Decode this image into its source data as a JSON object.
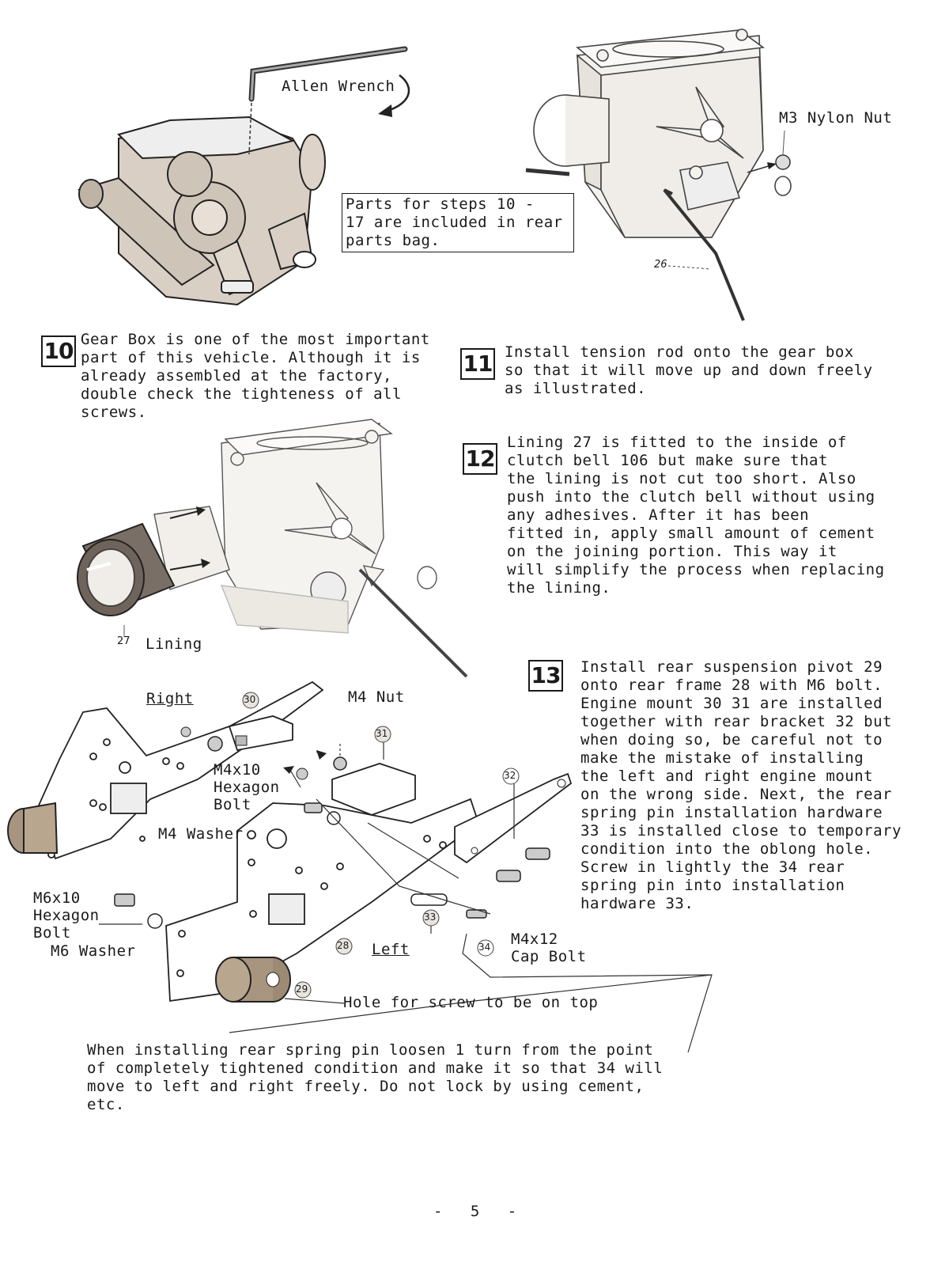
{
  "labels": {
    "allen_wrench": "Allen Wrench",
    "m3_nylon_nut": "M3 Nylon Nut",
    "lining": "Lining",
    "right": "Right",
    "left": "Left",
    "m4_nut": "M4 Nut",
    "m4x10_hex_bolt": "M4x10\nHexagon\nBolt",
    "m4_washer": "M4 Washer",
    "m6x10_hex_bolt": "M6x10\nHexagon\nBolt",
    "m6_washer": "M6 Washer",
    "m4x12_cap_bolt": "M4x12\nCap Bolt",
    "hole_note": "Hole for screw to be on top"
  },
  "part_numbers": {
    "p26": "26",
    "p27": "27",
    "p28": "28",
    "p29": "29",
    "p30": "30",
    "p31": "31",
    "p32": "32",
    "p33": "33",
    "p34": "34",
    "p106": "106"
  },
  "parts_box_note": "Parts for steps 10 -\n17 are included in rear\nparts bag.",
  "steps": [
    {
      "number": "10",
      "text": "Gear Box is one of the most important\npart of this vehicle.  Although it is\nalready assembled at the factory,\ndouble check the tighteness of all\nscrews."
    },
    {
      "number": "11",
      "text": "Install tension rod onto the gear box\nso that it will move up and down freely\nas illustrated."
    },
    {
      "number": "12",
      "text": "Lining 27 is fitted to the inside of\nclutch bell 106 but make sure that\nthe lining is not cut too short. Also\npush into the clutch bell without using\nany adhesives.  After it has been\nfitted in, apply small amount of cement\non the joining portion.  This way it\nwill simplify the process when replacing\nthe lining."
    },
    {
      "number": "13",
      "text": "Install rear suspension pivot 29\nonto rear frame 28 with M6 bolt.\nEngine mount 30 31 are installed\ntogether with rear bracket 32 but\nwhen doing so, be careful not to\nmake the mistake of installing\nthe left and right engine mount\non the wrong side.  Next, the rear\nspring pin installation hardware\n33 is installed close to temporary\ncondition into the oblong hole.\nScrew in lightly the 34 rear\nspring pin into installation\nhardware 33."
    }
  ],
  "bottom_note": "When installing rear spring pin loosen 1 turn from the point\nof completely tightened condition and make it so that 34 will\nmove to left and right freely.  Do not lock by using cement,\netc.",
  "page_number": "- 5 -"
}
